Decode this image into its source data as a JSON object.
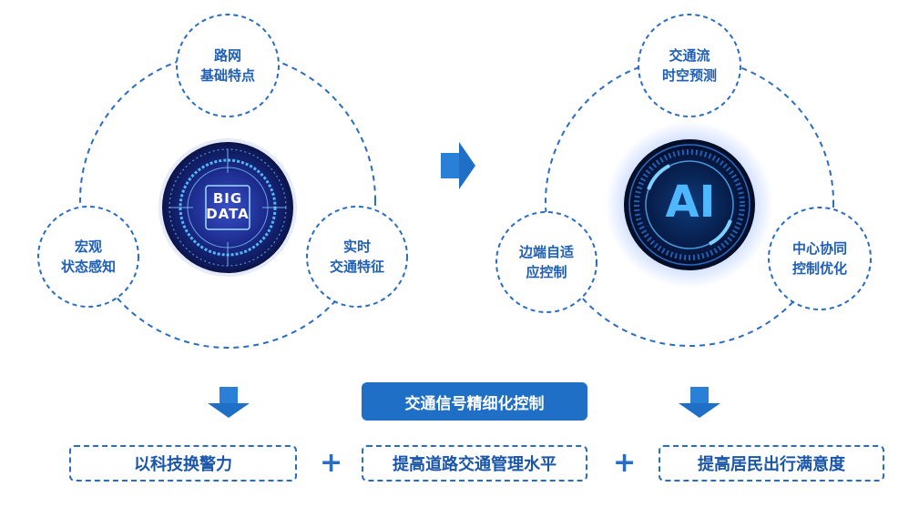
{
  "left": {
    "center": {
      "line1": "BIG",
      "line2": "DATA"
    },
    "nodes": [
      {
        "line1": "路网",
        "line2": "基础特点"
      },
      {
        "line1": "宏观",
        "line2": "状态感知"
      },
      {
        "line1": "实时",
        "line2": "交通特征"
      }
    ]
  },
  "right": {
    "center": {
      "text": "AI"
    },
    "nodes": [
      {
        "line1": "交通流",
        "line2": "时空预测"
      },
      {
        "line1": "边端自适",
        "line2": "应控制"
      },
      {
        "line1": "中心协同",
        "line2": "控制优化"
      }
    ]
  },
  "banner": "交通信号精细化控制",
  "goals": [
    "以科技换警力",
    "提高道路交通管理水平",
    "提高居民出行满意度"
  ],
  "plus_symbol": "+",
  "colors": {
    "primary": "#1f6fc6",
    "text": "#1f5fb5",
    "dash": "#2a6cc0"
  }
}
